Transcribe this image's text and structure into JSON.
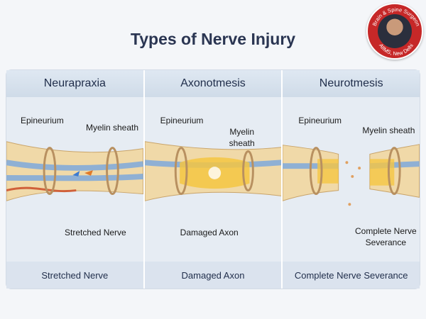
{
  "title": "Types of Nerve Injury",
  "badge": {
    "top_text": "Brain & Spine Surgeon",
    "bottom_text": "AIIMS, New Delhi"
  },
  "panels": [
    {
      "heading": "Neurapraxia",
      "labels": {
        "a": "Epineurium",
        "b": "Myelin sheath",
        "c": "Stretched Nerve"
      },
      "footer": "Stretched Nerve"
    },
    {
      "heading": "Axonotmesis",
      "labels": {
        "a": "Epineurium",
        "b": "Myelin sheath",
        "c": "Damaged Axon"
      },
      "footer": "Damaged Axon"
    },
    {
      "heading": "Neurotmesis",
      "labels": {
        "a": "Epineurium",
        "b": "Myelin sheath",
        "c": "Complete Nerve Severance"
      },
      "footer": "Complete Nerve Severance"
    }
  ]
}
